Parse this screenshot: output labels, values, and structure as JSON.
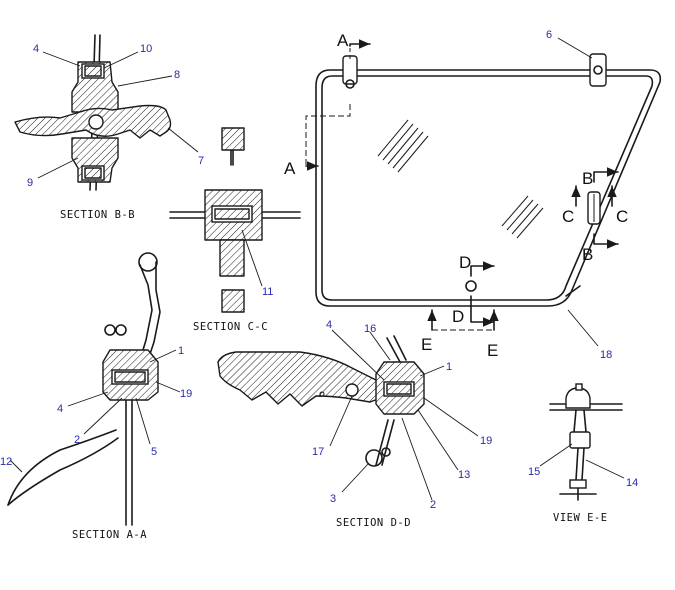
{
  "diagram": {
    "captions": {
      "section_b": "SECTION B-B",
      "section_c": "SECTION C-C",
      "section_a": "SECTION A-A",
      "section_d": "SECTION D-D",
      "view_e": "VIEW E-E"
    },
    "section_letters": {
      "a1": "A",
      "a2": "A",
      "b1": "B",
      "b2": "B",
      "c1": "C",
      "c2": "C",
      "d1": "D",
      "d2": "D",
      "e1": "E",
      "e2": "E"
    },
    "callouts": {
      "bb_4": "4",
      "bb_10": "10",
      "bb_8": "8",
      "bb_7": "7",
      "bb_9": "9",
      "cc_11": "11",
      "aa_1": "1",
      "aa_19": "19",
      "aa_4": "4",
      "aa_2": "2",
      "aa_5": "5",
      "aa_12": "12",
      "main_6": "6",
      "main_18": "18",
      "dd_4": "4",
      "dd_16": "16",
      "dd_1": "1",
      "dd_19": "19",
      "dd_17": "17",
      "dd_13": "13",
      "dd_3": "3",
      "dd_2": "2",
      "ee_15": "15",
      "ee_14": "14"
    }
  }
}
